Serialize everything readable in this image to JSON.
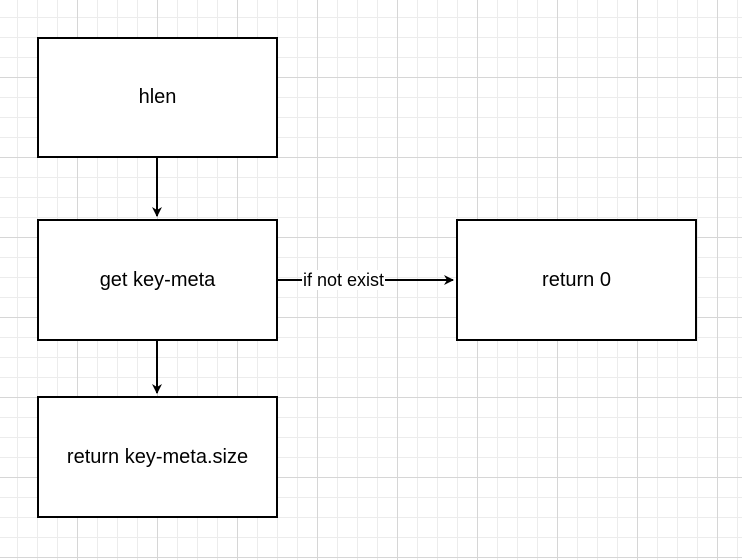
{
  "diagram": {
    "nodes": {
      "hlen": "hlen",
      "get_key_meta": "get key-meta",
      "return_zero": "return 0",
      "return_size": "return key-meta.size"
    },
    "edges": [
      {
        "from": "hlen",
        "to": "get key-meta",
        "label": ""
      },
      {
        "from": "get key-meta",
        "to": "return 0",
        "label": "if not exist"
      },
      {
        "from": "get key-meta",
        "to": "return key-meta.size",
        "label": ""
      }
    ],
    "edge_labels": {
      "if_not_exist": "if not exist"
    },
    "colors": {
      "stroke": "#000000",
      "node_fill": "#ffffff",
      "grid_major": "#d6d6d6",
      "grid_minor": "#ececec"
    }
  }
}
